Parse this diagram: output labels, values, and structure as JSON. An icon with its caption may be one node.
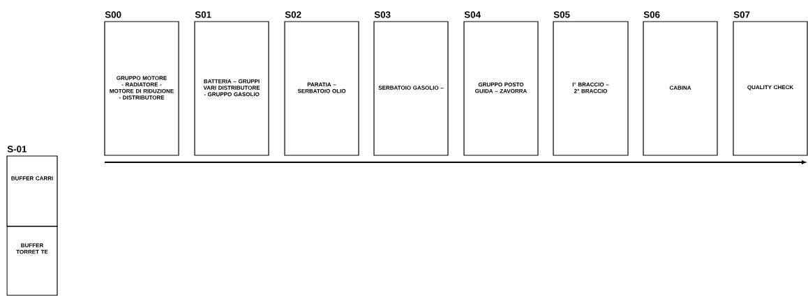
{
  "diagram": {
    "nodes": [
      {
        "text": [
          "S00",
          "GRUPPO MOTORE - RADIATORE - MOTORE DI RIDUZIONE - DISTRIBUTORE"
        ]
      },
      {
        "text": [
          "S01",
          "BATTERIA – GRUPPI VARI DISTRIBUTORE - GRUPPO GASOLIO"
        ]
      },
      {
        "text": [
          "S02",
          "PARATIA – SERBATOIO OLIO"
        ]
      },
      {
        "text": [
          "S03",
          "SERBATOIO GASOLIO –"
        ]
      },
      {
        "text": [
          "S04",
          "GRUPPO POSTO GUIDA – ZAVORRA"
        ]
      },
      {
        "text": [
          "S05",
          "I° BRACCIO – 2° BRACCIO"
        ]
      },
      {
        "text": [
          "S06",
          "CABINA"
        ]
      },
      {
        "text": [
          "S07",
          "QUALITY CHECK"
        ]
      },
      {
        "text": [
          "S-01",
          "BUFFER CARRI"
        ]
      },
      {
        "text": [
          "BUFFER TORRET TE"
        ]
      }
    ]
  }
}
